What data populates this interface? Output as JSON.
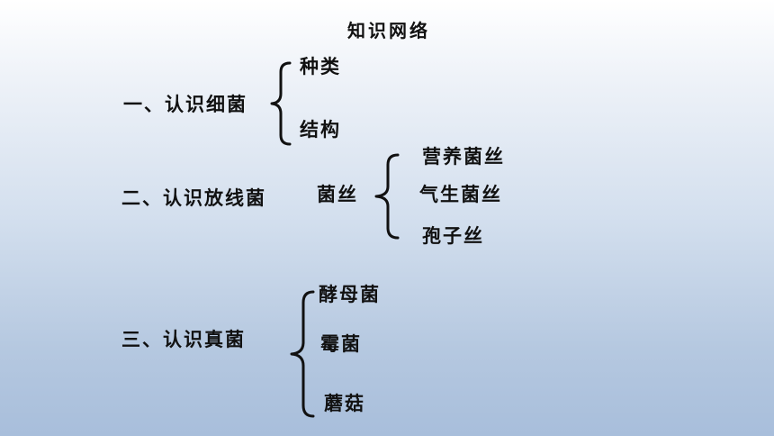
{
  "title": "知识网络",
  "sections": [
    {
      "label": "一、认识细菌",
      "items": [
        "种类",
        "结构"
      ]
    },
    {
      "label": "二、认识放线菌",
      "sub_label": "菌丝",
      "items": [
        "营养菌丝",
        "气生菌丝",
        "孢子丝"
      ]
    },
    {
      "label": "三、认识真菌",
      "items": [
        "酵母菌",
        "霉菌",
        "蘑菇"
      ]
    }
  ]
}
